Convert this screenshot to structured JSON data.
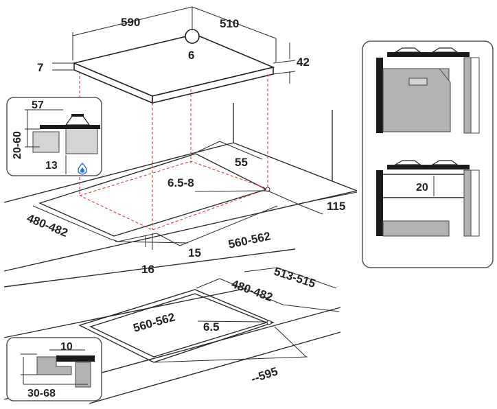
{
  "top_view": {
    "width_label": "590",
    "depth_label": "510",
    "center_label": "6",
    "left_height_label": "7",
    "right_height_label": "42"
  },
  "cutout_top": {
    "label_55": "55",
    "label_hole": "6.5-8",
    "label_115": "115",
    "label_depth": "480-482",
    "label_width": "560-562",
    "label_15": "15",
    "label_16": "16"
  },
  "cutout_bottom": {
    "label_outer_depth": "513-515",
    "label_depth": "480-482",
    "label_width": "560-562",
    "label_hole": "6.5",
    "label_outer_width": "--595"
  },
  "inset_left_top": {
    "label_57": "57",
    "label_20_60": "20-60",
    "label_13": "13"
  },
  "inset_left_bottom": {
    "label_10": "10",
    "label_30_68": "30-68"
  },
  "inset_right": {
    "label_20": "20"
  },
  "colors": {
    "dashed_red": "#d23a3a",
    "panel_grey": "#b3b3b3",
    "gas_flame_blue": "#2b6fd6"
  }
}
